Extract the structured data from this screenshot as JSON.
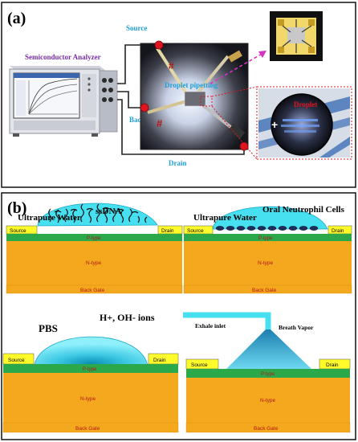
{
  "panel_a": {
    "label": "(a)",
    "analyzer_title": "Semiconductor Analyzer",
    "source_label": "Source",
    "back_gate_label": "Back Gate",
    "drain_label": "Drain",
    "droplet_pipetting_label": "Droplet pipetting",
    "droplet_label": "Droplet"
  },
  "panel_b": {
    "label": "(b)",
    "top_left": {
      "liquid_label": "Ultrapure Water",
      "analyte_label": "ssDNA",
      "source": "Source",
      "drain": "Drain",
      "p_type": "P-type",
      "n_type": "N-type",
      "back_gate": "Back Gate"
    },
    "top_right": {
      "liquid_label": "Ultrapure Water",
      "analyte_label": "Oral Neutrophil Cells",
      "source": "Source",
      "drain": "Drain",
      "p_type": "P-type",
      "n_type": "N-type",
      "back_gate": "Back Gate"
    },
    "bottom_left": {
      "liquid_label": "PBS",
      "analyte_label": "H+, OH- ions",
      "source": "Source",
      "drain": "Drain",
      "p_type": "P-type",
      "n_type": "N-type",
      "back_gate": "Back Gate"
    },
    "bottom_right": {
      "inlet_label": "Exhale inlet",
      "vapor_label": "Breath Vapor",
      "source": "Source",
      "drain": "Drain",
      "p_type": "P-type",
      "n_type": "N-type",
      "back_gate": "Back Gate"
    }
  },
  "colors": {
    "water": "#46e0f0",
    "p_type": "#2aa84a",
    "n_type": "#f4a81e",
    "electrode": "#fffb2a",
    "label_blue": "#1e9fd8",
    "analyzer_purple": "#7a2fa8",
    "red_dot": "#e0141e"
  }
}
